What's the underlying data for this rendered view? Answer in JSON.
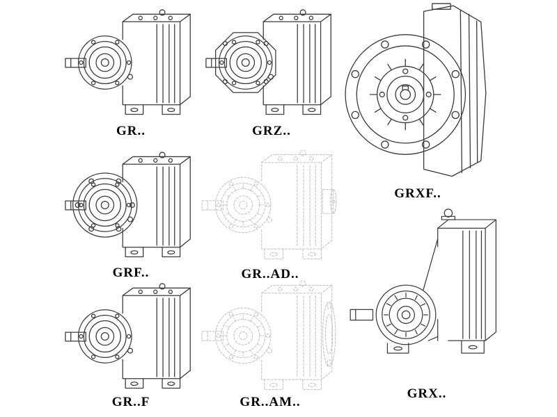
{
  "page": {
    "background": "#ffffff"
  },
  "catalog": {
    "line_color": "#3a3a3a",
    "ghost_line_color": "#c7c7c7",
    "items": [
      {
        "id": "gr",
        "label": "GR.."
      },
      {
        "id": "grz",
        "label": "GRZ.."
      },
      {
        "id": "grxf",
        "label": "GRXF.."
      },
      {
        "id": "grf",
        "label": "GRF.."
      },
      {
        "id": "gr-ad",
        "label": "GR..AD.."
      },
      {
        "id": "gr-f",
        "label": "GR..F"
      },
      {
        "id": "gr-am",
        "label": "GR..AM.."
      },
      {
        "id": "grx",
        "label": "GRX.."
      }
    ]
  }
}
